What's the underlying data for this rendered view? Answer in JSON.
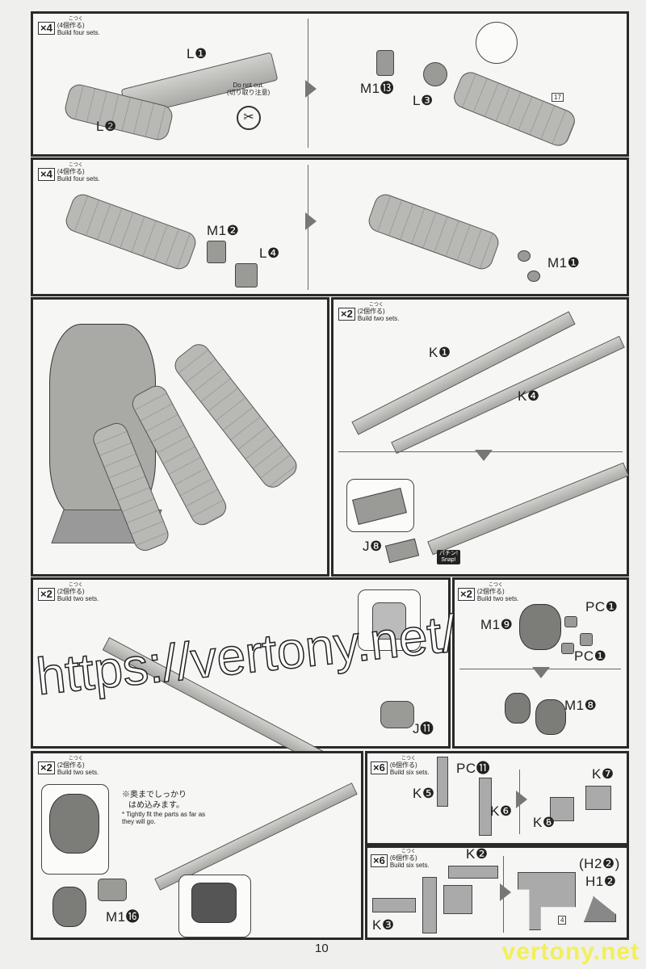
{
  "page_number": "10",
  "watermark": "https://vertony.net/",
  "watermark_corner": "vertony.net",
  "steps": [
    {
      "count": "×4",
      "jp": "(4個作る)",
      "ruby": "こつく",
      "en": "Build four sets.",
      "labels": [
        "L❶",
        "L❷",
        "M1⓭",
        "L❸"
      ],
      "note_en": "Do not cut.",
      "note_jp": "(切り取り注意)",
      "ref": "17"
    },
    {
      "count": "×4",
      "jp": "(4個作る)",
      "ruby": "こつく",
      "en": "Build four sets.",
      "labels": [
        "M1❷",
        "L❹",
        "M1❶"
      ]
    },
    {
      "count": "×2",
      "jp": "(2個作る)",
      "ruby": "こつく",
      "en": "Build two sets.",
      "labels": [
        "K❶",
        "K❹",
        "J❽"
      ],
      "snap_jp": "パチン!",
      "snap_en": "Snap!"
    },
    {
      "count": "×2",
      "jp": "(2個作る)",
      "ruby": "こつく",
      "en": "Build two sets.",
      "labels": [
        "J⓫"
      ]
    },
    {
      "count": "×2",
      "jp": "(2個作る)",
      "ruby": "こつく",
      "en": "Build two sets.",
      "labels": [
        "PC❶",
        "M1❾",
        "PC❶",
        "M1❽"
      ]
    },
    {
      "count": "×2",
      "jp": "(2個作る)",
      "ruby": "こつく",
      "en": "Build two sets.",
      "labels": [
        "M1⓰"
      ],
      "note_jp1": "※奥までしっかり",
      "note_jp2": "はめ込みます。",
      "note_en": "* Tightly fit the parts as far as they will go."
    },
    {
      "count": "×6",
      "jp": "(6個作る)",
      "ruby": "こつく",
      "en": "Build six sets.",
      "labels": [
        "PC⓫",
        "K❺",
        "K❻",
        "K❼",
        "K❽"
      ]
    },
    {
      "count": "×6",
      "jp": "(6個作る)",
      "ruby": "こつく",
      "en": "Build six sets.",
      "labels": [
        "K❷",
        "K❸",
        "(H2❷)",
        "H1❷"
      ],
      "ref": "4"
    }
  ]
}
